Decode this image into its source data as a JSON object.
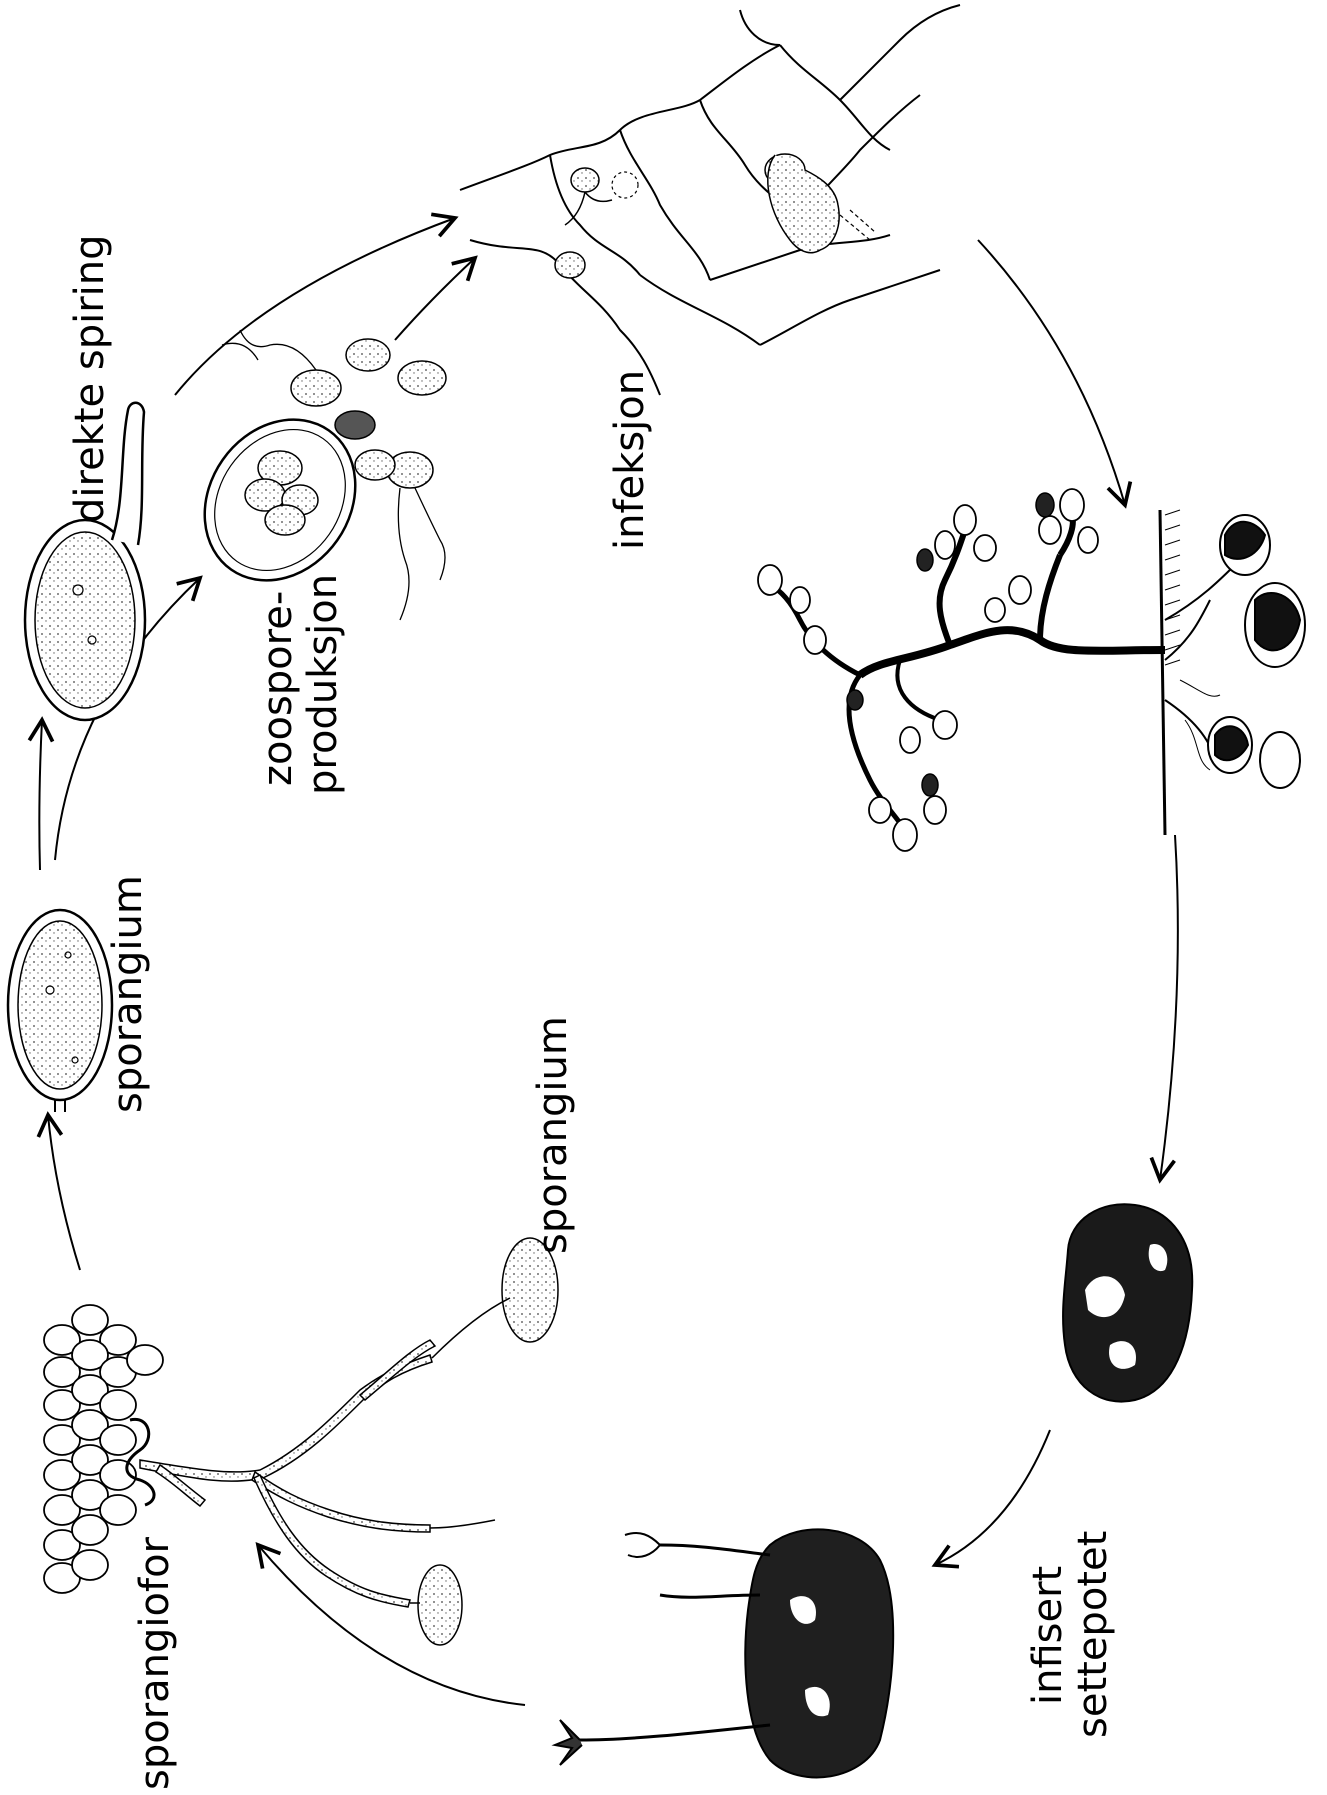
{
  "labels": {
    "direkte_spiring": "direkte spiring",
    "zoospore_line1": "zoospore-",
    "zoospore_line2": "produksjon",
    "infeksjon": "infeksjon",
    "sporangium_top": "sporangium",
    "sporangium_bottom": "sporangium",
    "sporangiofor": "sporangiofor",
    "infisert_line1": "infisert",
    "infisert_line2": "settepotet"
  },
  "colors": {
    "ink": "#000000",
    "paper": "#ffffff",
    "stipple": "#d9d9d9"
  }
}
